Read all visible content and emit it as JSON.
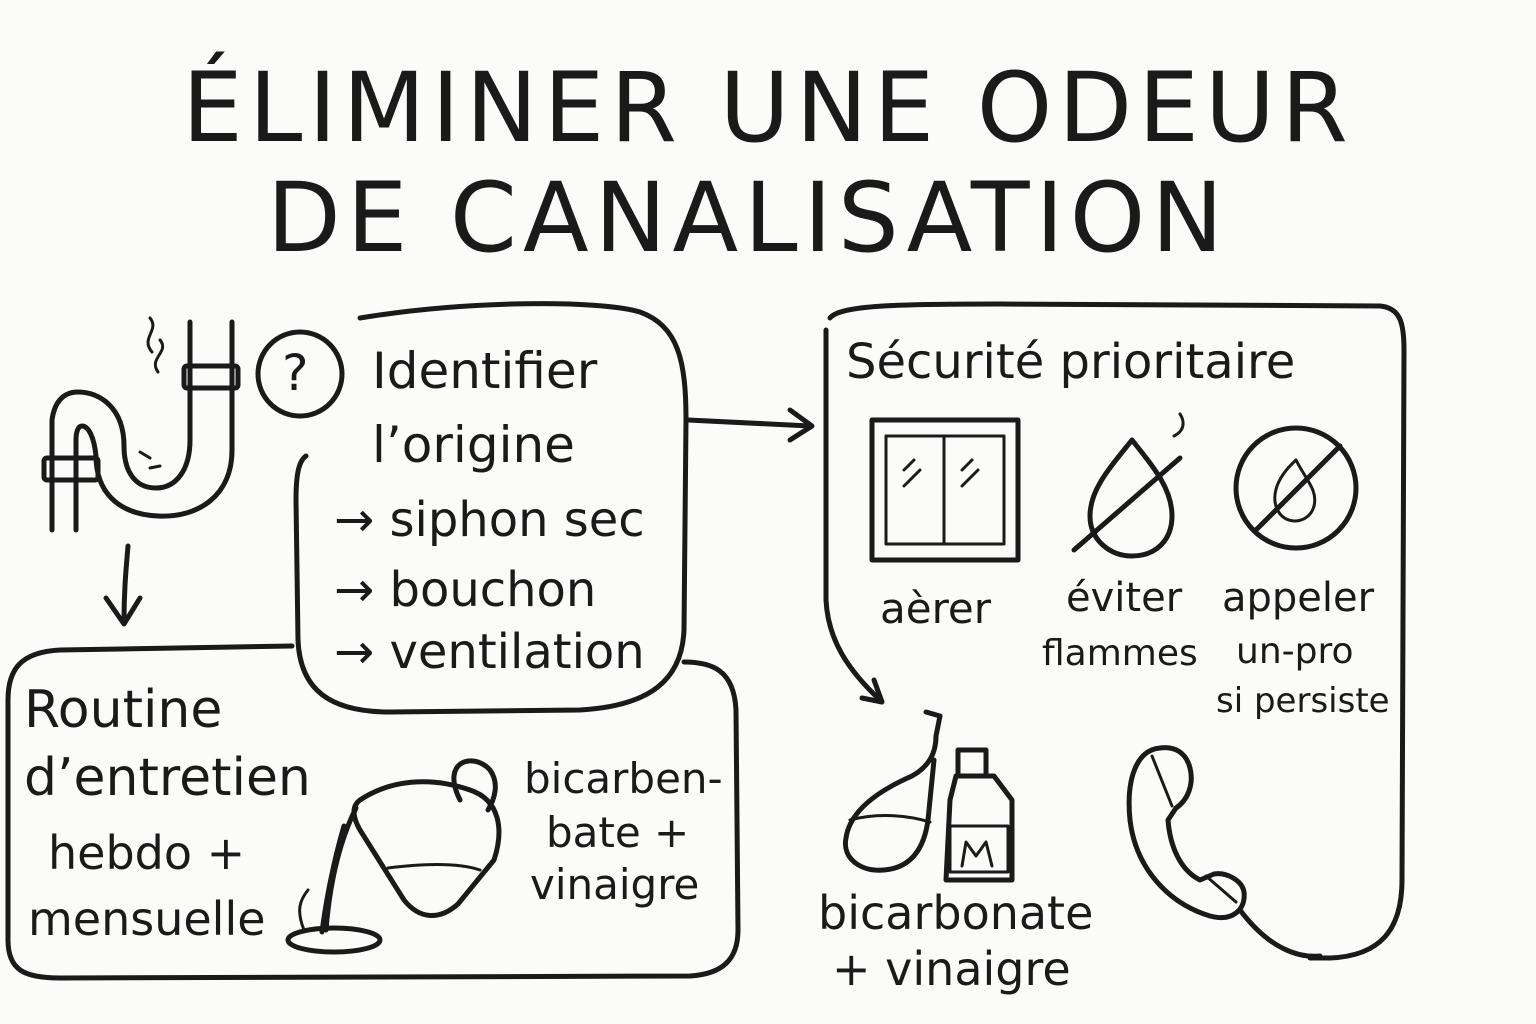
{
  "title": {
    "line1": "ÉLIMINER UNE ODEUR",
    "line2": "DE CANALISATION"
  },
  "identify": {
    "heading_line1": "Identifier",
    "heading_line2": "l’origine",
    "causes": [
      "→ siphon sec",
      "→ bouchon",
      "→ ventilation"
    ]
  },
  "safety": {
    "heading": "Sécurité prioritaire",
    "items": [
      {
        "icon": "window-icon",
        "label_line1": "aèrer",
        "label_line2": "",
        "label_line3": ""
      },
      {
        "icon": "no-flame-icon",
        "label_line1": "éviter",
        "label_line2": "flammes",
        "label_line3": ""
      },
      {
        "icon": "no-fire-icon",
        "label_line1": "appeler",
        "label_line2": "un-pro",
        "label_line3": "si persiste"
      }
    ],
    "remedy_line1": "bicarbonate",
    "remedy_line2": "+ vinaigre",
    "phone_icon": "phone-icon",
    "bottles_icon": "bottles-icon"
  },
  "routine": {
    "heading_line1": "Routine",
    "heading_line2": "d’entretien",
    "frequency_line1": "hebdo +",
    "frequency_line2": "mensuelle",
    "remedy_line1": "bicarben-",
    "remedy_line2": "bate +",
    "remedy_line3": "vinaigre",
    "jug_icon": "pouring-jug-icon"
  },
  "question_mark": "?",
  "pipe_icon": "pipe-icon"
}
